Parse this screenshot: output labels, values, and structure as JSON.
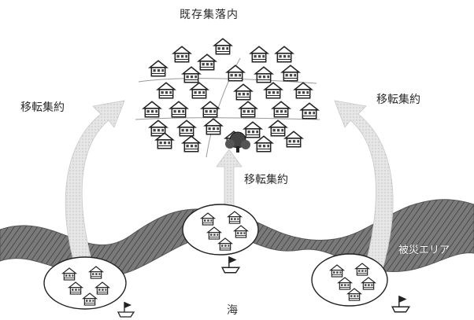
{
  "labels": {
    "existing_village": "既存集落内",
    "relocation_left": "移転集約",
    "relocation_right": "移転集約",
    "relocation_center": "移転集約",
    "sea": "海",
    "damage_area": "被災エリア"
  },
  "icons": {
    "house": "house-icon",
    "tree": "tree-icon",
    "boat": "boat-icon",
    "arrow": "curved-arrow"
  },
  "colors": {
    "hatch_band": "#6e6e6e",
    "arrow": "#d2d2d2",
    "house_fill": "#ffffff",
    "house_stroke": "#222222"
  }
}
